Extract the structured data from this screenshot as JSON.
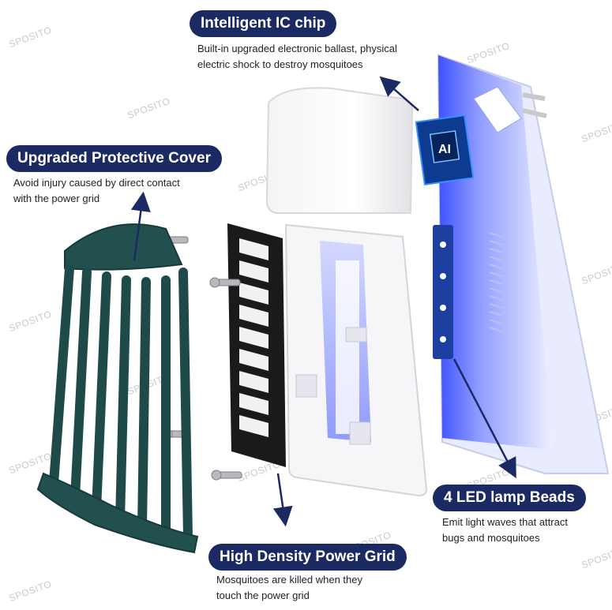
{
  "callouts": {
    "ic_chip": {
      "title": "Intelligent IC chip",
      "line1": "Built-in upgraded electronic ballast, physical",
      "line2": "electric shock to destroy mosquitoes"
    },
    "cover": {
      "title": "Upgraded Protective Cover",
      "line1": "Avoid injury caused by direct contact",
      "line2": "with the power grid"
    },
    "led": {
      "title": "4 LED lamp Beads",
      "line1": "Emit light waves that attract",
      "line2": "bugs and mosquitoes"
    },
    "grid": {
      "title": "High Density Power Grid",
      "line1": "Mosquitoes are killed when they",
      "line2": "touch the power grid"
    }
  },
  "chip_label": "AI",
  "watermark": "SPOSITO",
  "colors": {
    "pill": "#1c2a63",
    "cover": "#1f4a4a",
    "led_glow": "#5b6cff",
    "arrow": "#1c2a63"
  }
}
